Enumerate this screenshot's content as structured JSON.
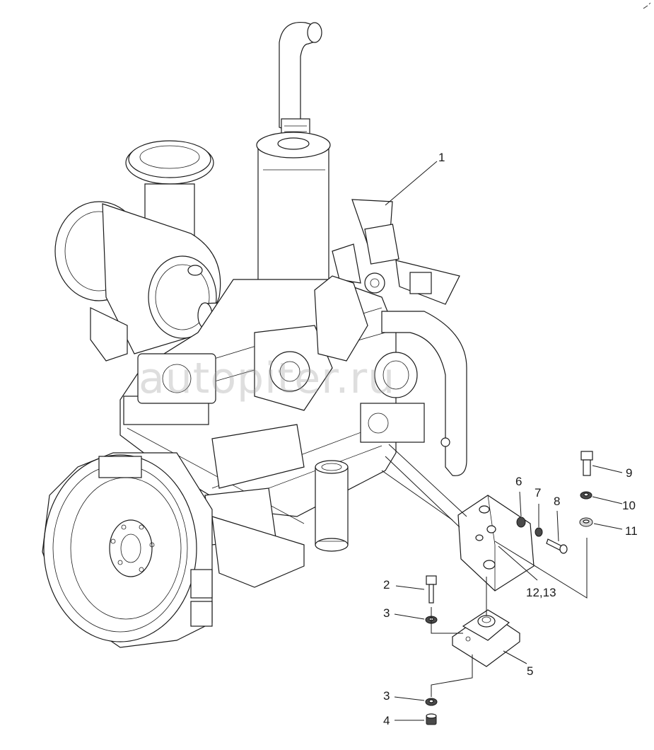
{
  "callouts": {
    "c1": "1",
    "c2": "2",
    "c3a": "3",
    "c3b": "3",
    "c4": "4",
    "c5": "5",
    "c6": "6",
    "c7": "7",
    "c8": "8",
    "c9": "9",
    "c10": "10",
    "c11": "11",
    "c12": "12,13"
  },
  "watermark": "autopiter.ru",
  "colors": {
    "line": "#1a1a1a",
    "background": "#ffffff",
    "watermark": "#a0a0a0"
  }
}
